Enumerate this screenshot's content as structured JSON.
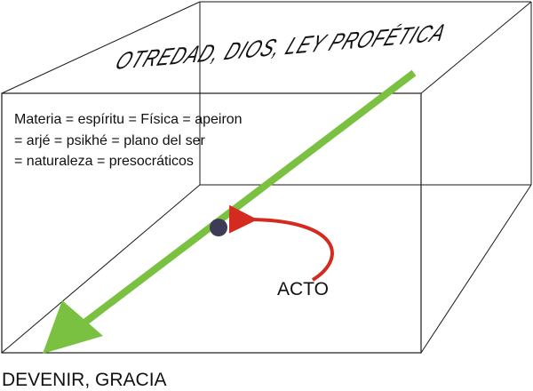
{
  "diagram": {
    "top_label": "OTREDAD, DIOS, LEY PROFÉTICA",
    "front_text": {
      "line1": "Materia = espíritu = Física = apeiron",
      "line2": "= arjé = psikhé = plano del ser",
      "line3": "= naturaleza = presocráticos"
    },
    "acto_label": "ACTO",
    "bottom_label": "DEVENIR, GRACIA"
  },
  "colors": {
    "box_edges": "#1a1a1a",
    "main_arrow": "#7ac142",
    "acto_arrow": "#d42a1f",
    "point": "#3d3b55"
  },
  "icons": {
    "main_arrow": "green-diagonal-arrow",
    "acto_arrow": "red-curved-arrow",
    "point": "dark-dot"
  }
}
